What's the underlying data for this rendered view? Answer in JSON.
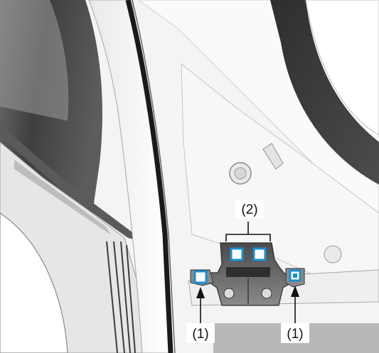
{
  "callouts": {
    "fastener_pair": "(2)",
    "fastener_left": "(1)",
    "fastener_right": "(1)"
  },
  "colors": {
    "marker_blue": "#1a8fd0",
    "body_white": "#f2f2f2",
    "panel_dark": "#3a3a3a",
    "bracket_gray": "#6a6a6a",
    "line_black": "#111111"
  }
}
